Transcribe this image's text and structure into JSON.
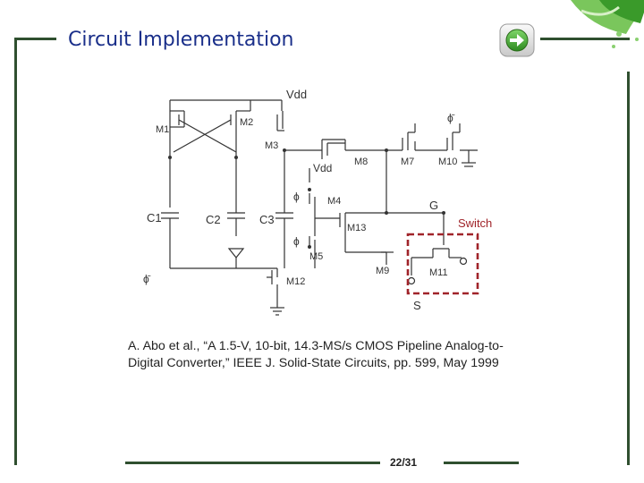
{
  "slide": {
    "title": "Circuit Implementation",
    "citation": "A. Abo et al., “A 1.5-V, 10-bit, 14.3-MS/s CMOS Pipeline Analog-to-\nDigital Converter,” IEEE J. Solid-State Circuits, pp. 599, May 1999",
    "page_number": "22/31"
  },
  "colors": {
    "frame": "#2f4f2f",
    "title": "#1a2f8a",
    "switch_box": "#a0242a",
    "arrow": "#3a9a2a"
  },
  "icons": {
    "next": "arrow-right-icon",
    "decoration": "leaf-icon"
  },
  "circuit": {
    "labels": {
      "vdd_top": "Vdd",
      "vdd_inner": "Vdd",
      "m1": "M1",
      "m2": "M2",
      "m3": "M3",
      "m4": "M4",
      "m5": "M5",
      "m7": "M7",
      "m8": "M8",
      "m9": "M9",
      "m10": "M10",
      "m11": "M11",
      "m12": "M12",
      "m13": "M13",
      "c1": "C1",
      "c2": "C2",
      "c3": "C3",
      "phi_bar_top": "ϕ̄",
      "phi_bar_bottom": "ϕ̄",
      "phi_m4": "ϕ",
      "phi_m5": "ϕ",
      "g": "G",
      "s": "S",
      "switch": "Switch"
    }
  }
}
